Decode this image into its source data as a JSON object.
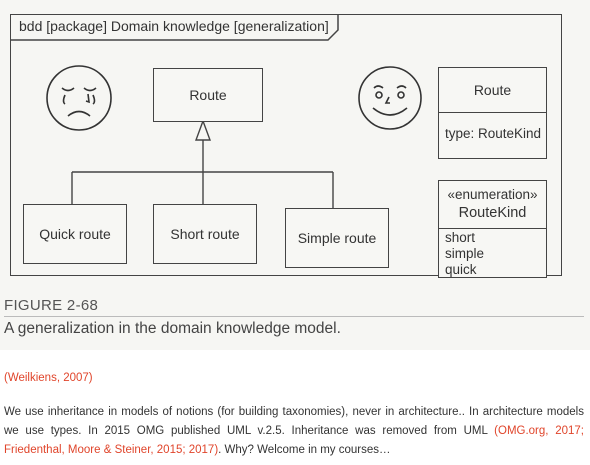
{
  "diagram": {
    "frame_title": "bdd [package] Domain knowledge [generalization]",
    "parent_block": "Route",
    "children": [
      "Quick route",
      "Short route",
      "Simple route"
    ],
    "route_class": {
      "name": "Route",
      "attribute": "type: RouteKind"
    },
    "enumeration": {
      "stereotype": "«enumeration»",
      "name": "RouteKind",
      "literals": [
        "short",
        "simple",
        "quick"
      ]
    },
    "faces": {
      "left": "crying-face-icon",
      "right": "smiling-face-icon"
    }
  },
  "figure": {
    "label": "FIGURE 2-68",
    "caption": "A generalization in the domain knowledge model."
  },
  "citation": "(Weilkiens, 2007)",
  "paragraph": {
    "text": "We use inheritance in models of notions (for building taxonomies), never in architecture.. In architecture models we use types. In 2015 OMG published UML v.2.5. Inheritance was removed from UML ",
    "refs": "(OMG.org, 2017; Friedenthal, Moore & Steiner, 2015; 2017)",
    "tail": ". Why? Welcome in my courses…"
  },
  "colors": {
    "link": "#e0452b",
    "ink": "#444444"
  }
}
